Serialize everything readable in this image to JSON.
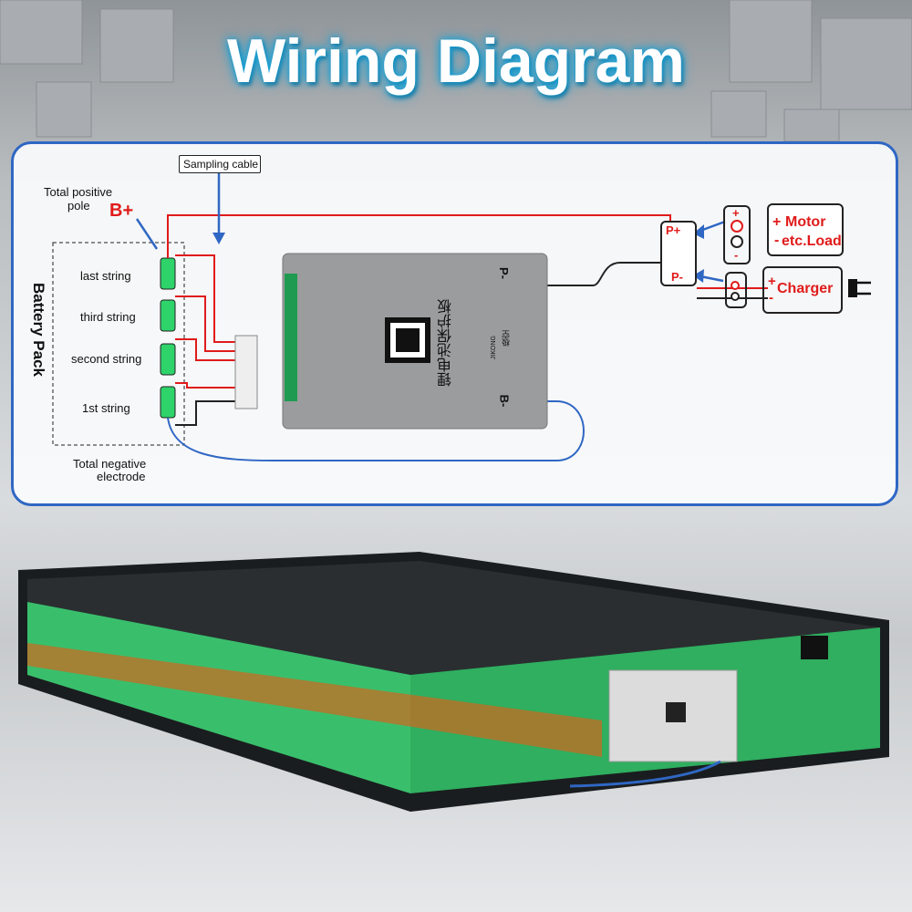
{
  "title": "Wiring Diagram",
  "labels": {
    "sampling_cable": "Sampling cable",
    "total_positive": "Total positive",
    "pole": "pole",
    "b_plus": "B+",
    "battery_pack": "Battery Pack",
    "strings": [
      "last string",
      "third string",
      "second string",
      "1st string"
    ],
    "total_negative": "Total negative",
    "electrode": "electrode",
    "plus": "+",
    "minus": "-"
  },
  "bms": {
    "p_minus": "P-",
    "b_minus": "B-",
    "name_cn": "锂电池保护板",
    "brand_cn": "极空",
    "brand": "JIKONG"
  },
  "terminal": {
    "p_plus": "P+",
    "p_minus": "P-"
  },
  "load": {
    "motor": "Motor",
    "etc": "etc.Load"
  },
  "charger": {
    "label": "Charger"
  },
  "colors": {
    "accent": "#2f67c4",
    "wire_red": "#e01b1b",
    "glow": "#19a3d8",
    "cell_green": "#2ed36a"
  }
}
